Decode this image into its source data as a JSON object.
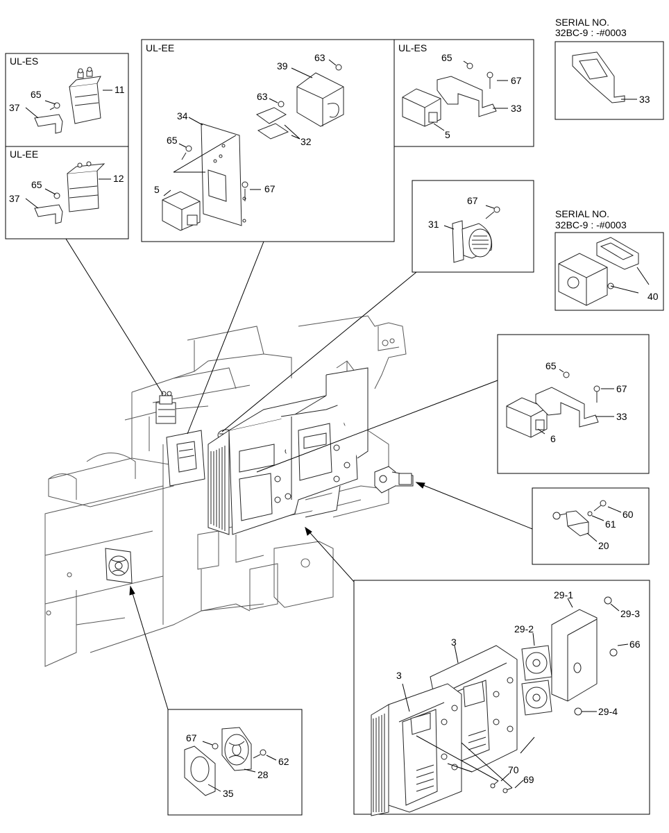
{
  "boxes": {
    "ul_es_left": {
      "title": "UL-ES",
      "labels": [
        "65",
        "37",
        "11"
      ]
    },
    "ul_ee_left": {
      "title": "UL-EE",
      "labels": [
        "65",
        "37",
        "12"
      ]
    },
    "ul_ee_center": {
      "title": "UL-EE",
      "labels": [
        "63",
        "39",
        "63",
        "34",
        "65",
        "32",
        "5",
        "67"
      ]
    },
    "ul_es_right": {
      "title": "UL-ES",
      "labels": [
        "65",
        "67",
        "33",
        "5"
      ]
    },
    "serial_top": {
      "title_line1": "SERIAL NO.",
      "title_line2": "32BC-9 : -#0003",
      "labels": [
        "33"
      ]
    },
    "horn": {
      "labels": [
        "67",
        "31"
      ]
    },
    "serial_mid": {
      "title_line1": "SERIAL NO.",
      "title_line2": "32BC-9 : -#0003",
      "labels": [
        "40"
      ]
    },
    "relay6": {
      "labels": [
        "65",
        "67",
        "33",
        "6"
      ]
    },
    "switch20": {
      "labels": [
        "60",
        "61",
        "20"
      ]
    },
    "controllers": {
      "labels": [
        "29-1",
        "29-3",
        "29-2",
        "66",
        "3",
        "3",
        "29-4",
        "70",
        "69"
      ]
    },
    "fan35": {
      "labels": [
        "67",
        "62",
        "28",
        "35"
      ]
    }
  }
}
